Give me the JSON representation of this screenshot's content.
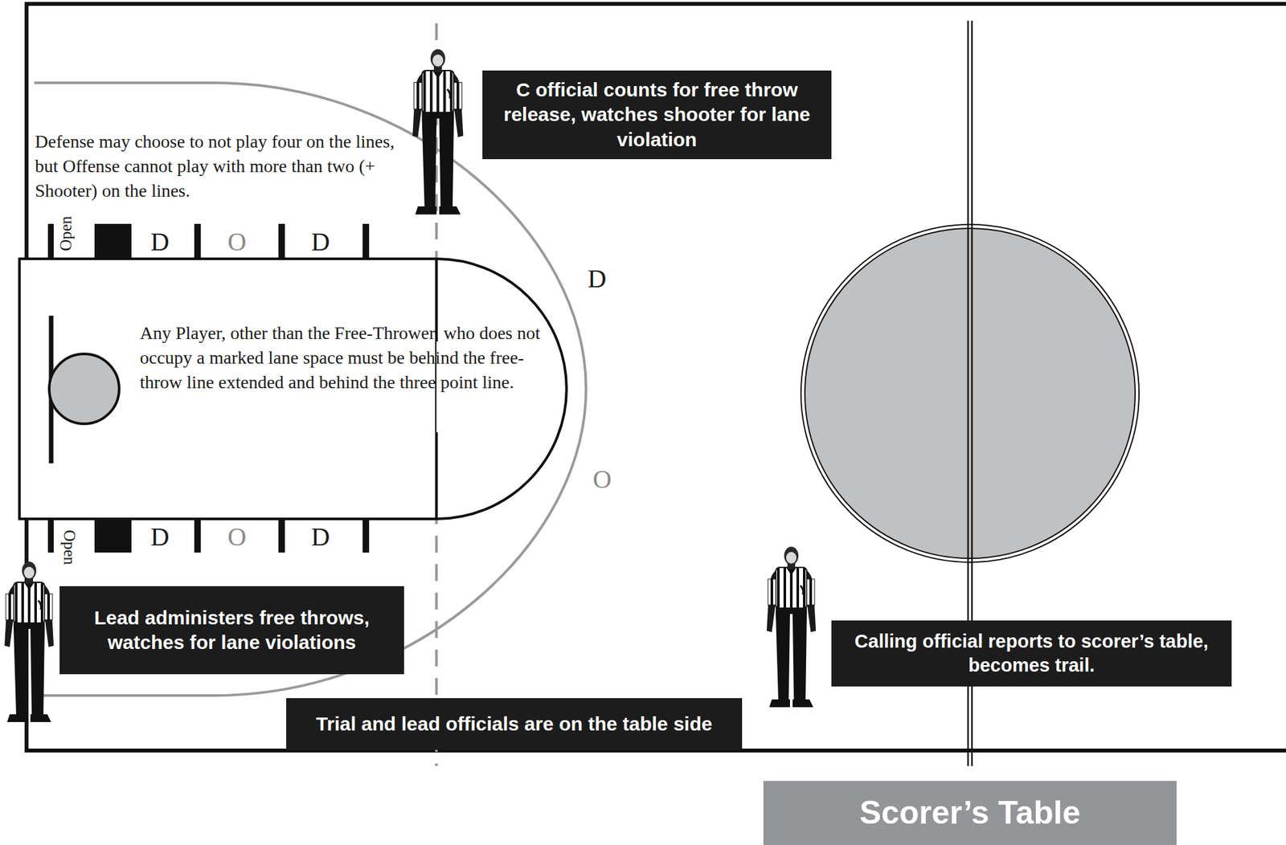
{
  "diagram": {
    "nodes": [
      {
        "text": [
          "C official counts for free throw release, watches shooter for lane violation"
        ]
      },
      {
        "text": [
          "Lead administers free throws, watches for lane violations"
        ]
      },
      {
        "text": [
          "Calling official reports to scorer’s table, becomes trail."
        ]
      },
      {
        "text": [
          "Trial and lead officials are on the table side"
        ]
      },
      {
        "text": [
          "Scorer’s Table"
        ]
      }
    ],
    "labels": [
      "Defense may choose to not play four on the lines, but Offense cannot play with more than two (+ Shooter) on the lines.",
      "Open",
      "D",
      "O",
      "D",
      "D",
      "Any Player, other than the Free-Thrower, who does not occupy a marked lane space must be behind the free-throw line extended and behind the three point line.",
      "Open",
      "D",
      "O",
      "D",
      "O"
    ]
  }
}
